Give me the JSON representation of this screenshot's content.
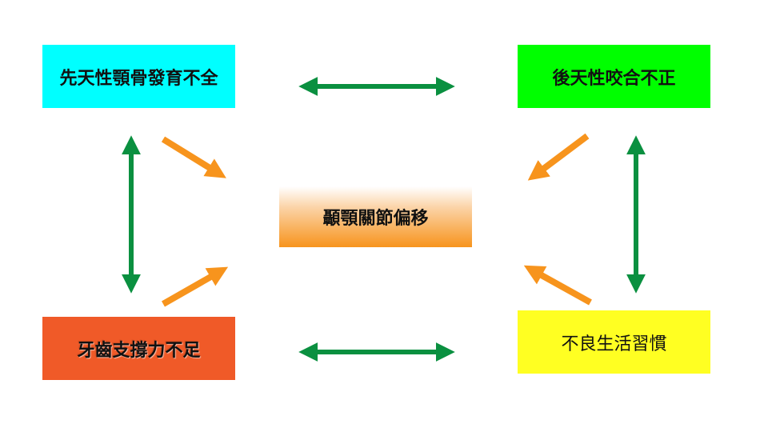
{
  "nodes": {
    "top_left": "先天性顎骨發育不全",
    "top_right": "後天性咬合不正",
    "bottom_left": "牙齒支撐力不足",
    "bottom_right": "不良生活習慣",
    "center": "顳顎關節偏移"
  },
  "colors": {
    "top_left": "#00ffff",
    "top_right": "#00ff00",
    "bottom_left": "#f05a28",
    "bottom_right": "#ffff22",
    "center_gradient_top": "#ffffff",
    "center_gradient_bottom": "#f7941d",
    "green_arrow": "#0a9040",
    "orange_arrow": "#f7941d"
  }
}
